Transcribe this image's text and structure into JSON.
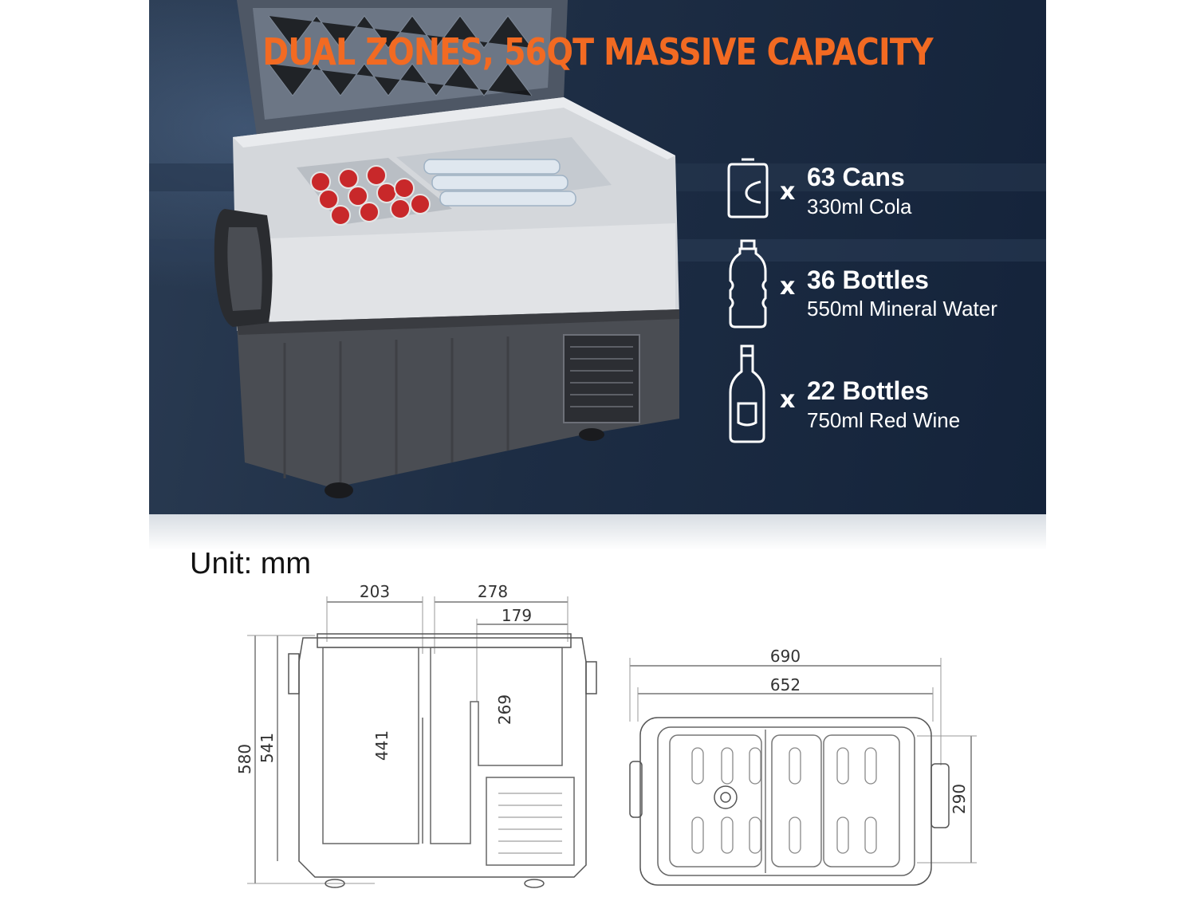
{
  "headline": "DUAL ZONES, 56QT MASSIVE CAPACITY",
  "accent_color": "#f26a22",
  "capacity": [
    {
      "icon": "can-icon",
      "multiplier": "x",
      "count": "63 Cans",
      "description": "330ml Cola"
    },
    {
      "icon": "water-bottle-icon",
      "multiplier": "x",
      "count": "36 Bottles",
      "description": "550ml Mineral Water"
    },
    {
      "icon": "wine-bottle-icon",
      "multiplier": "x",
      "count": "22 Bottles",
      "description": "750ml Red Wine"
    }
  ],
  "unit_label": "Unit: mm",
  "side_view": {
    "width_left_compartment": "203",
    "width_right_compartment": "278",
    "width_right_shelf": "179",
    "height_outer": "580",
    "height_body": "541",
    "depth_left_compartment": "441",
    "depth_shelf": "269"
  },
  "top_view": {
    "length_overall": "690",
    "length_body": "652",
    "handle_height": "290"
  }
}
